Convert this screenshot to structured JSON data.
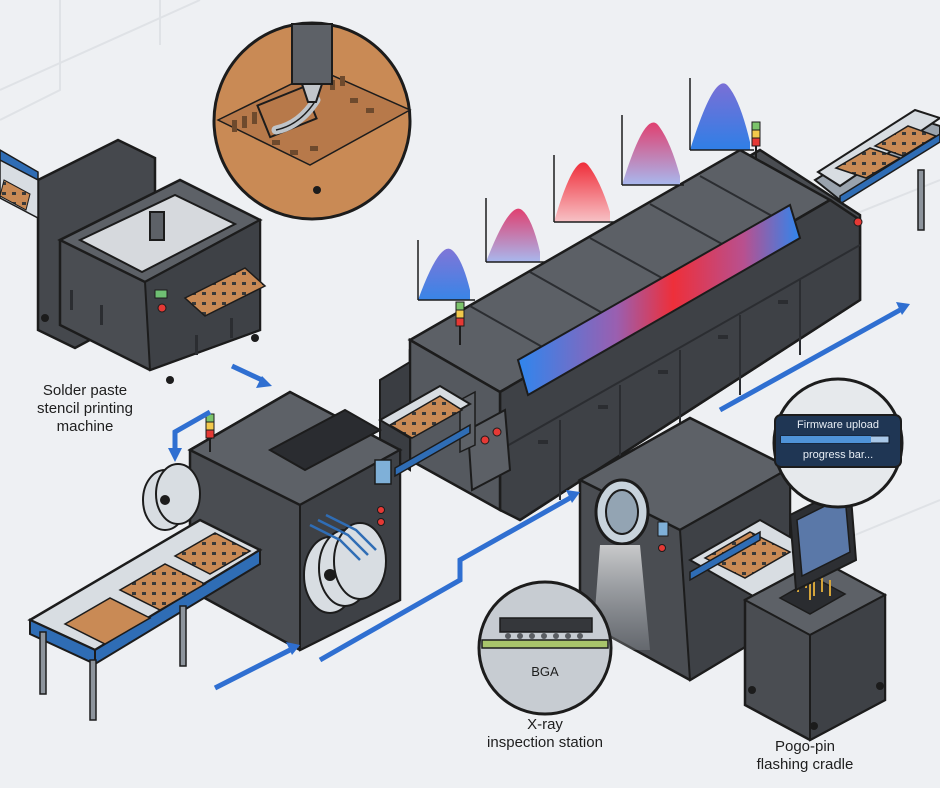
{
  "labels": {
    "stencil_printer": [
      "Solder paste",
      "stencil printing",
      "machine"
    ],
    "xray_station": [
      "X-ray",
      "inspection station"
    ],
    "pogo_cradle": [
      "Pogo-pin",
      "flashing cradle"
    ]
  },
  "callouts": {
    "firmware": [
      "Firmware upload",
      "progress bar..."
    ],
    "bga": "BGA"
  },
  "colors": {
    "background": "#eef0f3",
    "machine_body": "#4a4d52",
    "machine_dark": "#2d2f33",
    "conveyor_rail": "#2f6db5",
    "pcb": "#c98a55",
    "flow_arrow": "#2f6fd1",
    "hot_zone": "#e8383d",
    "cool_zone": "#3b8ae6"
  },
  "icons": [
    "stack-light-icon",
    "flow-arrow-icon",
    "temperature-profile-icon",
    "magnifier-callout-icon"
  ]
}
